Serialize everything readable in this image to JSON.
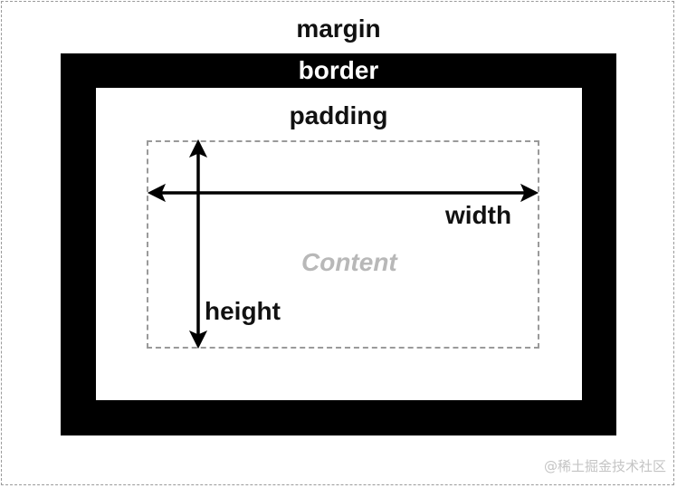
{
  "labels": {
    "margin": "margin",
    "border": "border",
    "padding": "padding",
    "width": "width",
    "height": "height",
    "content": "Content"
  },
  "watermark": "@稀土掘金技术社区",
  "colors": {
    "border_fill": "#000000",
    "dashed_line": "#9a9a9a",
    "content_text": "#b8b8b8",
    "text": "#111111",
    "background": "#ffffff"
  }
}
